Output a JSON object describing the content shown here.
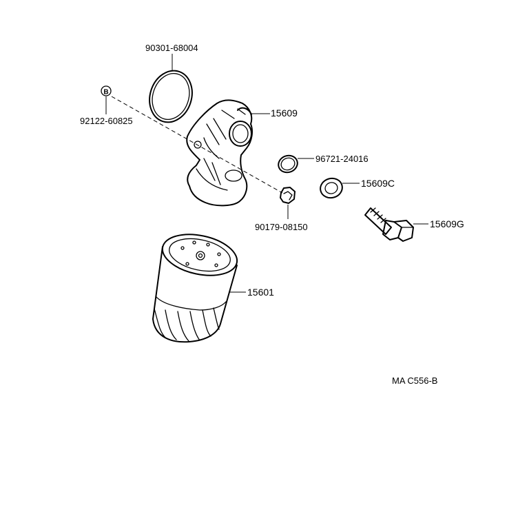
{
  "parts": {
    "o_ring_large": "90301-68004",
    "plug_b": "92122-60825",
    "plug_b_symbol": "B",
    "bracket": "15609",
    "gasket_small": "96721-24016",
    "washer": "15609C",
    "union_bolt": "90179-08150",
    "union_bolt_long": "15609G",
    "oil_filter": "15601"
  },
  "diagram_code": "MA C556-B"
}
